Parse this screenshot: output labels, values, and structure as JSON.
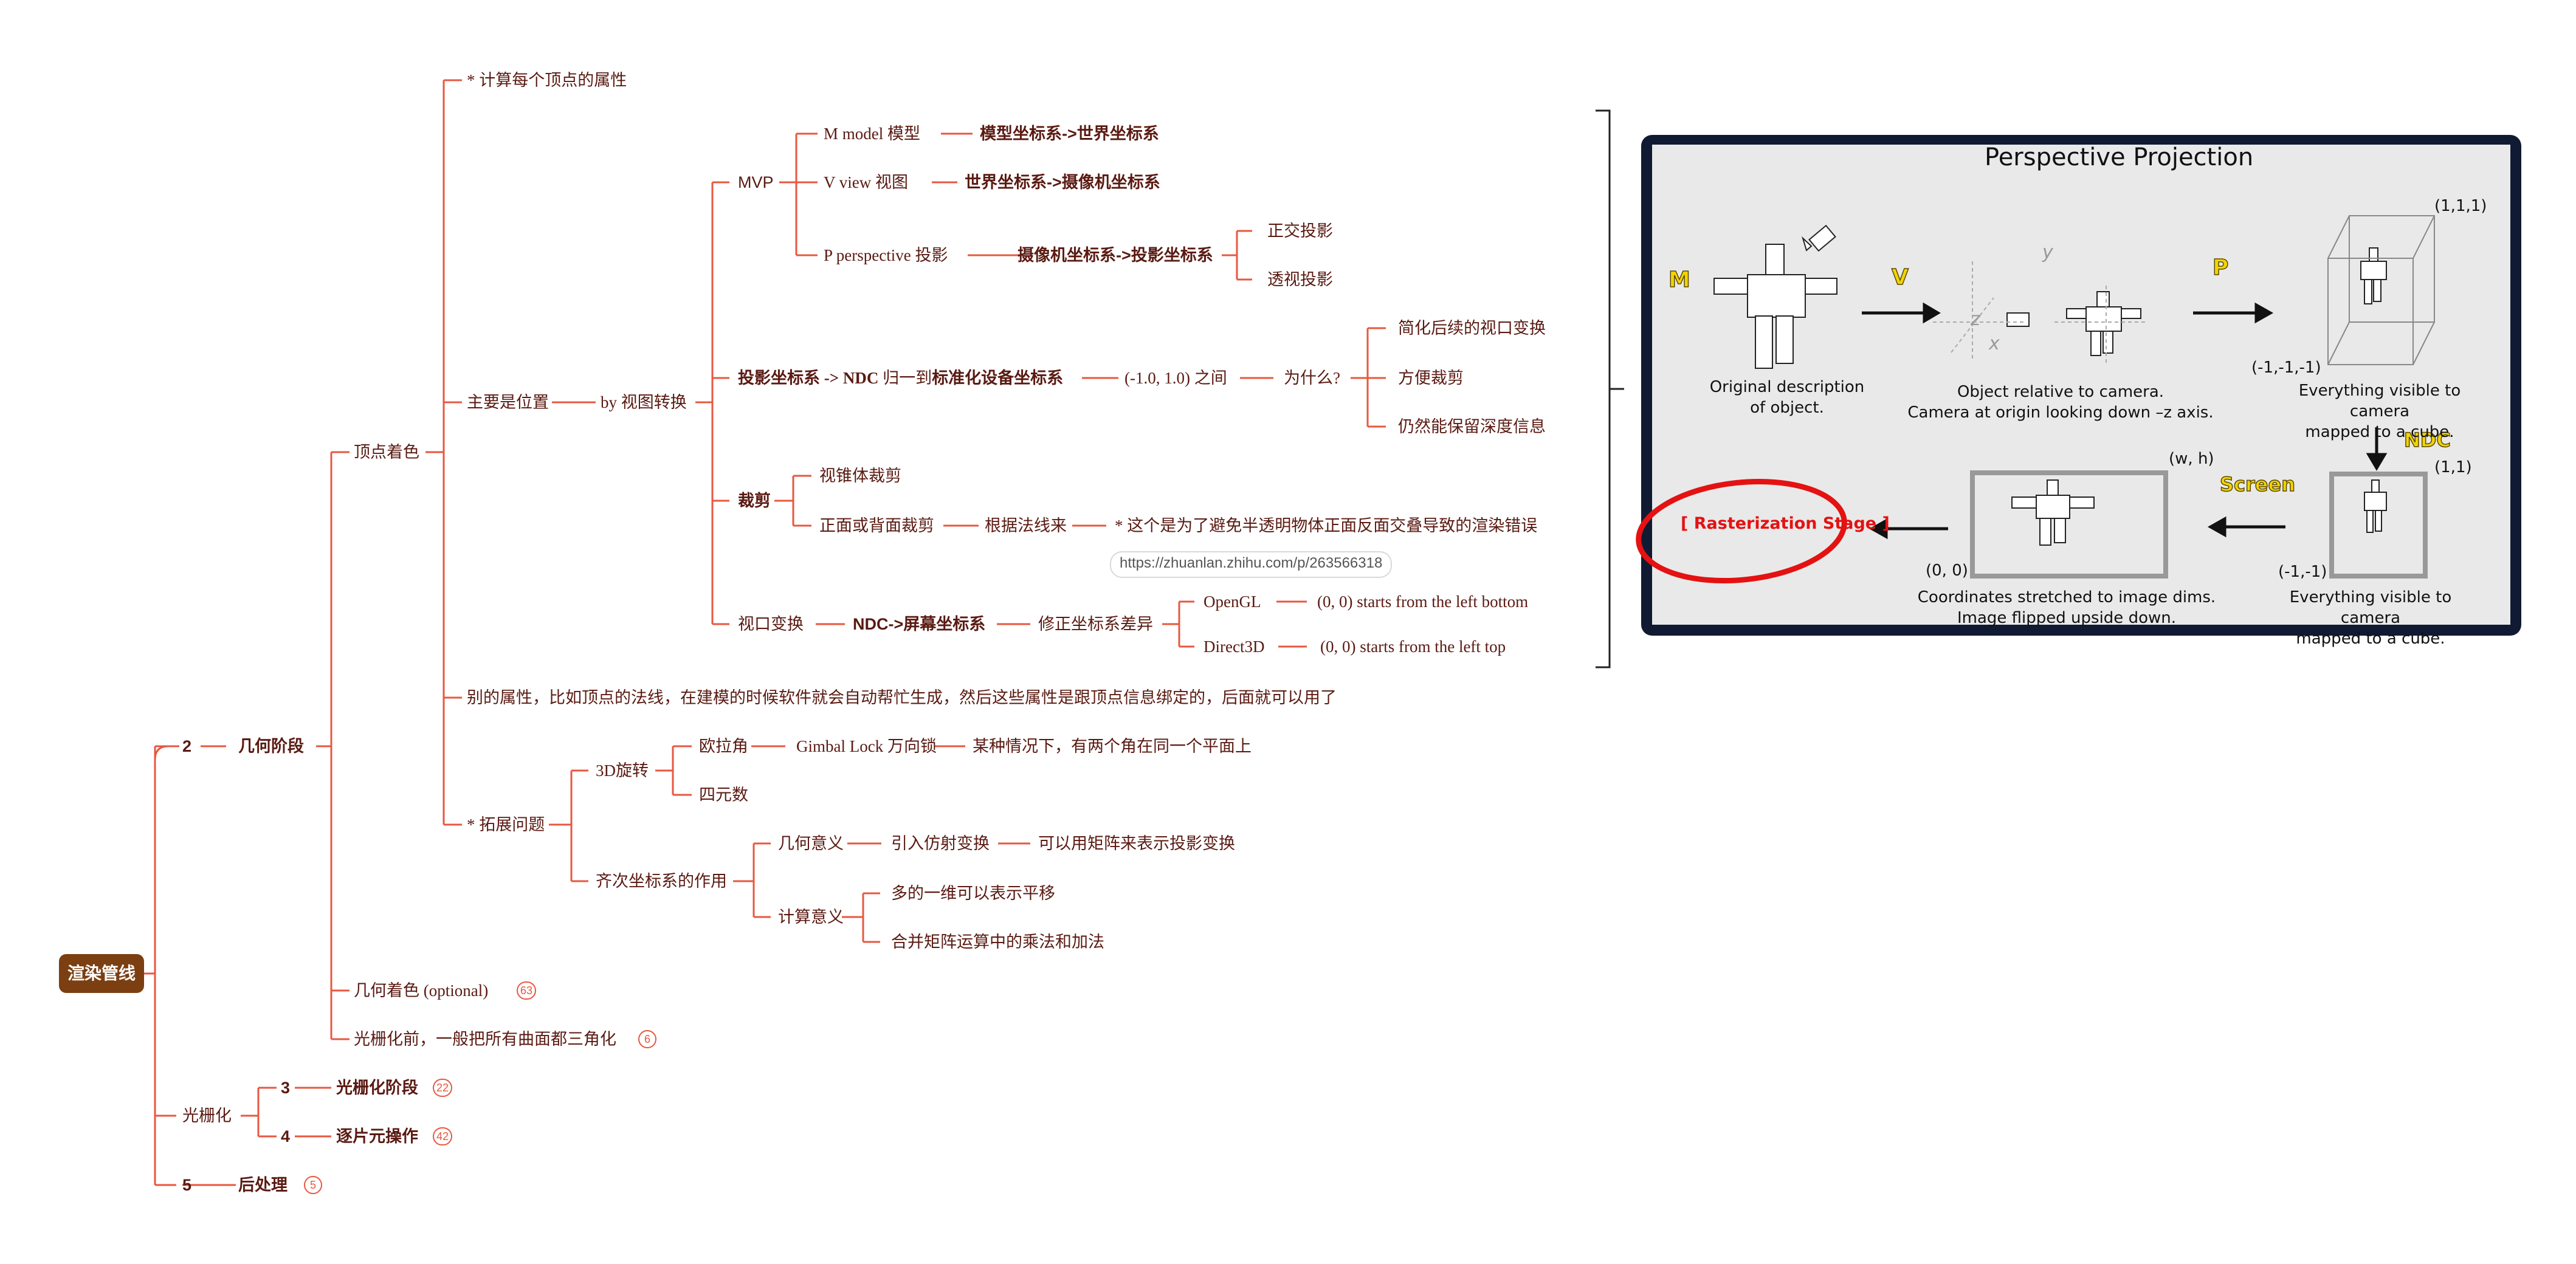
{
  "root": "渲染管线",
  "nodes": {
    "n2_num": "2",
    "n2_title": "几何阶段",
    "vs": "顶点着色",
    "calc_attr": "* 计算每个顶点的属性",
    "mainpos": "主要是位置",
    "byview": "by 视图转换",
    "mvp": "MVP",
    "m_model": "M model 模型",
    "m_model_desc": "模型坐标系->世界坐标系",
    "v_view": "V view 视图",
    "v_view_desc": "世界坐标系->摄像机坐标系",
    "p_persp": "P perspective 投影",
    "p_persp_desc": "摄像机坐标系->投影坐标系",
    "ortho": "正交投影",
    "perspec": "透视投影",
    "ndc_a": "投影坐标系 -> NDC",
    "ndc_b": " 归一到",
    "ndc_c": "标准化设备坐标系",
    "range": "(-1.0, 1.0) 之间",
    "why": "为什么?",
    "why1": "简化后续的视口变换",
    "why2": "方便裁剪",
    "why3": "仍然能保留深度信息",
    "clip": "裁剪",
    "frustum": "视锥体裁剪",
    "faceclip": "正面或背面裁剪",
    "bynormal": "根据法线来",
    "faceclip_desc": "* 这个是为了避免半透明物体正面反面交叠导致的渲染错误",
    "url": "https://zhuanlan.zhihu.com/p/263566318",
    "viewport": "视口变换",
    "ndc_screen": "NDC->屏幕坐标系",
    "fixdiff": "修正坐标系差异",
    "opengl": "OpenGL",
    "opengl_desc": "(0, 0) starts from the left bottom",
    "d3d": "Direct3D",
    "d3d_desc": "(0, 0) starts from the left top",
    "other_attr": "别的属性，比如顶点的法线，在建模的时候软件就会自动帮忙生成，然后这些属性是跟顶点信息绑定的，后面就可以用了",
    "ext": "* 拓展问题",
    "rot3d": "3D旋转",
    "euler": "欧拉角",
    "gimbal": "Gimbal Lock 万向锁",
    "gimbal_desc": "某种情况下，有两个角在同一个平面上",
    "quat": "四元数",
    "homog": "齐次坐标系的作用",
    "geomean": "几何意义",
    "affine": "引入仿射变换",
    "affine_desc": "可以用矩阵来表示投影变换",
    "calcmean": "计算意义",
    "calc1": "多的一维可以表示平移",
    "calc2": "合并矩阵运算中的乘法和加法",
    "gs": "几何着色 (optional)",
    "gs_badge": "63",
    "prerast": "光栅化前，一般把所有曲面都三角化",
    "prerast_badge": "6",
    "rast": "光栅化",
    "n3_num": "3",
    "n3_title": "光栅化阶段",
    "n3_badge": "22",
    "n4_num": "4",
    "n4_title": "逐片元操作",
    "n4_badge": "42",
    "n5_num": "5",
    "n5_title": "后处理",
    "n5_badge": "5"
  },
  "figure": {
    "title": "Perspective Projection",
    "m": "M",
    "v": "V",
    "p": "P",
    "ndc": "NDC",
    "screen": "Screen",
    "cap1": "Original description\nof object.",
    "cap2": "Object relative to camera.\nCamera at origin looking down –z axis.",
    "cap3": "Everything visible to camera\nmapped to a cube.",
    "cap4": "Everything visible to camera\nmapped to a cube.",
    "cap5": "Coordinates stretched to image dims.\nImage flipped upside down.",
    "c111": "(1,1,1)",
    "cm111": "(-1,-1,-1)",
    "c11": "(1,1)",
    "cm11": "(-1,-1)",
    "wh": "(w, h)",
    "zero": "(0, 0)",
    "axis_x": "x",
    "axis_y": "y",
    "axis_z": "z",
    "rast_stage": "[ Rasterization Stage ]"
  },
  "colors": {
    "line": "#e8573f",
    "text": "#5a1a12",
    "root_bg": "#7b3f12",
    "frame": "#111a33",
    "highlight": "#f3d400",
    "circle": "#e41212"
  }
}
